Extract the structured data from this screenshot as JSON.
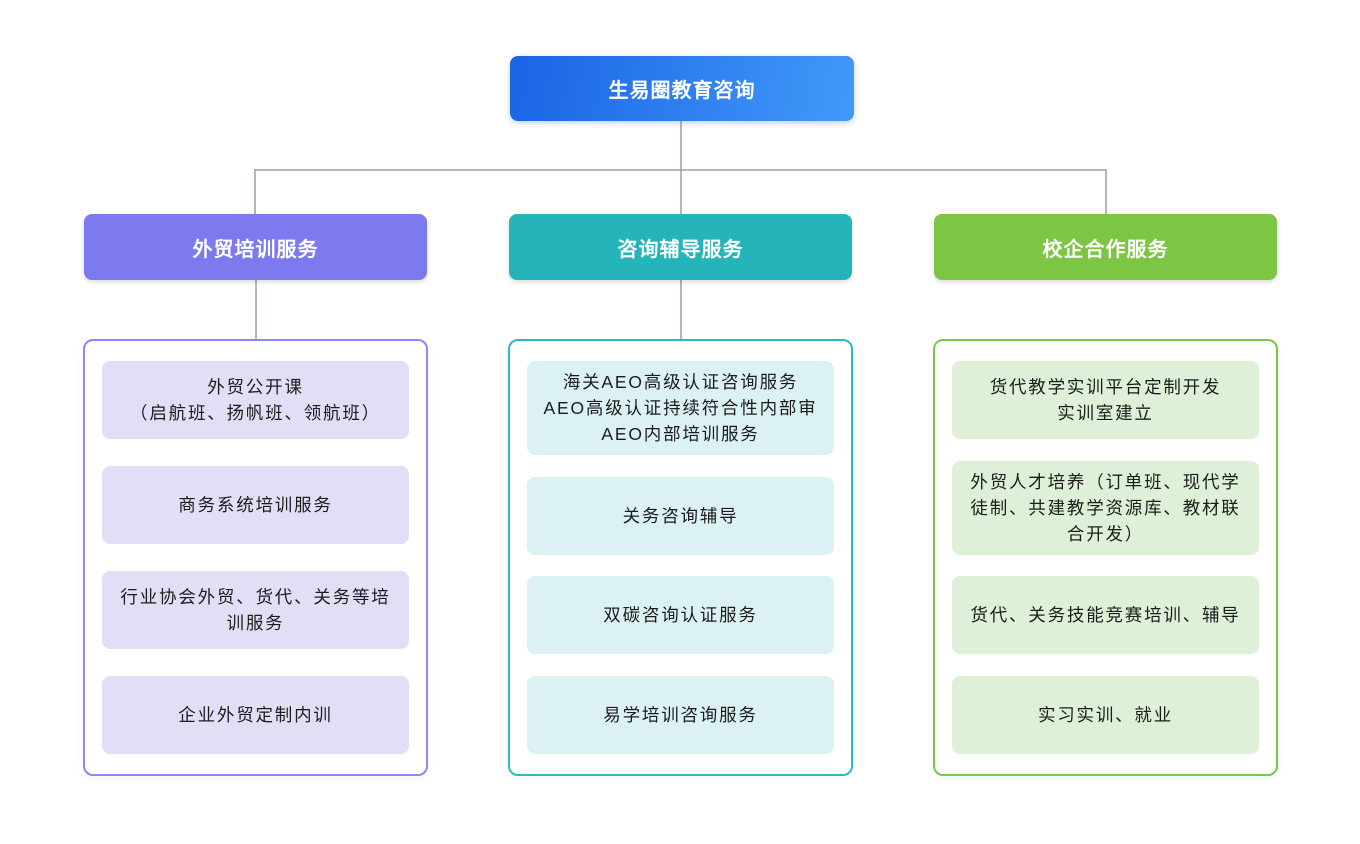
{
  "root": {
    "label": "生易圈教育咨询",
    "gradient_from": "#1A64E4",
    "gradient_to": "#4299F9"
  },
  "connector_color": "#97A0AF",
  "columns": [
    {
      "title": "外贸培训服务",
      "colors": {
        "header": "#7C7AEE",
        "border": "#8A88F5",
        "item_bg": "#E1DFF6"
      },
      "items": [
        "外贸公开课\n（启航班、扬帆班、领航班）",
        "商务系统培训服务",
        "行业协会外贸、货代、关务等培训服务",
        "企业外贸定制内训"
      ]
    },
    {
      "title": "咨询辅导服务",
      "colors": {
        "header": "#26B4BB",
        "border": "#2FB9BE",
        "item_bg": "#DBF1F3"
      },
      "items": [
        "海关AEO高级认证咨询服务\nAEO高级认证持续符合性内部审\nAEO内部培训服务",
        "关务咨询辅导",
        "双碳咨询认证服务",
        "易学培训咨询服务"
      ]
    },
    {
      "title": "校企合作服务",
      "colors": {
        "header": "#7CC644",
        "border": "#77C846",
        "item_bg": "#DFF0D8"
      },
      "items": [
        "货代教学实训平台定制开发\n实训室建立",
        "外贸人才培养（订单班、现代学徒制、共建教学资源库、教材联合开发）",
        "货代、关务技能竞赛培训、辅导",
        "实习实训、就业"
      ]
    }
  ]
}
